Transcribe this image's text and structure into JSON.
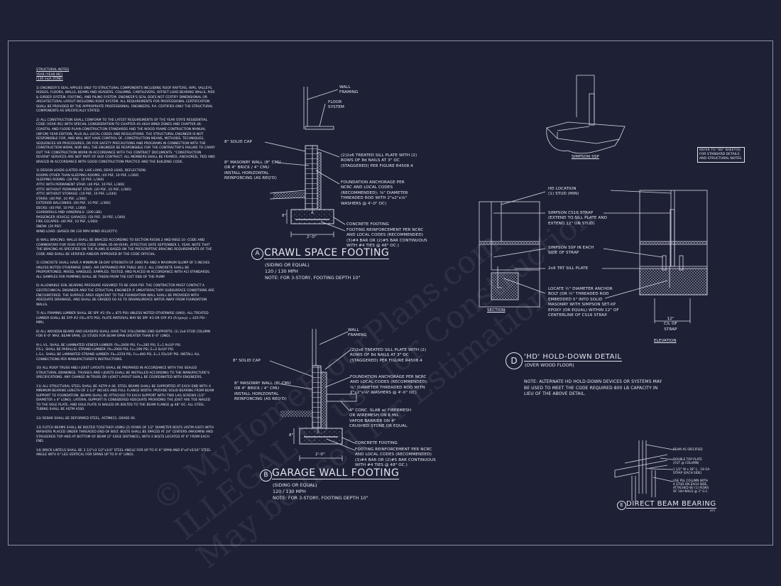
{
  "colors": {
    "background": "#1e2135",
    "linework": "#d8dae6"
  },
  "watermark": {
    "line1": "© MyHomeFloorPlans.com",
    "line2": "ILLEGAL to use for Construction",
    "line3": "May be used for Estimation"
  },
  "notes": {
    "heading": [
      "STRUCTURAL NOTES",
      "YEAR (YEAR IRC)",
      "(130 mph ZONE)"
    ],
    "items": [
      "1) ENGINEER'S SEAL APPLIES ONLY TO STRUCTURAL COMPONENTS INCLUDING ROOF RAFTERS, HIPS, VALLEYS, RIDGES, FLOORS, WALLS, BEAMS AND HEADERS, COLUMNS, CANTILEVERS, OFFSET LOAD BEARING WALLS, PIER & GIRDER SYSTEM, FOOTING, AND PILING SYSTEM. ENGINEER'S SEAL DOES NOT CERTIFY DIMENSIONAL OR ARCHITECTURAL LAYOUT INCLUDING ROOF SYSTEM. ALL REQUIREMENTS FOR PROFESSIONAL CERTIFICATION SHALL BE PROVIDED BY THE APPROPRIATE PROFESSIONAL. ENGINEERS, P.A. CERTIFIES ONLY THE STRUCTURAL COMPONENTS AS SPECIFICALLY STATED.",
      "2) ALL CONSTRUCTION SHALL CONFORM TO THE LATEST REQUIREMENTS OF THE YEAR STATE RESIDENTIAL CODE (YEAR IRC) WITH SPECIAL CONSIDERATION TO CHAPTER 45-HIGH WIND ZONES AND CHAPTER 46-COASTAL AND FLOOD PLAIN CONSTRUCTION STANDARDS AND THE WOOD FRAME CONTRUCTION MANUAL (WFCM) YEAR EDITION, PLUS ALL LOCAL CODES AND REGULATIONS. THE STRUCTURAL ENGINEER IS NOT RESPONSIBLE FOR, AND WILL NOT HAVE CONTROL OF, CONSTRUCTION MEANS, METHODS, TECHNIQUES, SEQUENCES OR PROCEDURES, OR FOR SAFETY PRECAUTIONS AND PROGRAMS IN CONNECTION WITH THE CONSTRUCTION WORK, NOR WILL THE ENGINEER BE RESPONSIBLE FOR THE CONTRACTOR'S FAILURE TO CARRY OUT THE CONSTRUCTION WORK IN ACCORDANCE WITH THE CONTRACT DOCUMENTS. \"CONSTRUCTION REVIEW\" SERVICES ARE NOT PART OF OUR CONTRACT. ALL MEMBERS SHALL BE FRAMED, ANCHORED, TIED AND BRACED IN ACCORDANCE WITH GOOD CONSTRUCTION PRACTICE AND THE BUILDING CODE.",
      "3) DESIGN LOADS (LISTED AS: LIVE LOAD, DEAD LOAD, DEFLECTION)\nROOMS OTHER THAN SLEEPING ROOMS: (40 PSF, 10 PSF, L/360)\nSLEEPING ROOMS: (30 PSF, 10 PSF, L/360)\nATTIC WITH PERMANENT STAIR: (40 PSF, 10 PSF, L/360)\nATTIC WITHOUT PERMANENT STAIR: (20 PSF, 10 PSF, L/360)\nATTIC WITHOUT STORAGE: (10 PSF, 10 PSF, L/240)\nSTAIRS: (40 PSF, 10 PSF, L/360)\nEXTERIOR BALCONIES: (60 PSF, 10 PSF, L/360)\nDECKS: (40 PSF, 10 PSF, L/360)\nGUARDRAILS AND HANDRAILS: (200 LBS)\nPASSENGER VEHICLE GARAGES: (50 PSF, 10 PSF, L/360)\nFIRE ESCAPES: (40 PSF, 10 PSF, L/360)\nSNOW: (20 PSF)\nWIND LOAD: (BASED ON 130 MPH WIND VELOCITY)",
      "4) WALL BRACING: WALLS SHALL BE BRACED ACCORDING TO SECTION R4506.2 AND R602.10 -CODE AND COMMENTARY FOR YEAR STATE CODE (FINAL 05-06-YEAR), EFFECTIVE DATE SEPTEMBER 1, YEAR. NOTE THAT THE BRACING AS SPECIFIED ON THE PLANS IS BASED ON THE PRESCRIPTIVE BRACING REQUIREMENTS OF THE CODE AND SHALL BE VERIFIED AND/OR APPROVED BY THE CODE OFFICIAL.",
      "5) CONCRETE SHALL HAVE A MINIMUM 28-DAY STRENGTH OF 3000 PSI AND A MAXIMUM SLUMP OF 5 INCHES UNLESS NOTED OTHERWISE (UNO). AIR ENTRAINED PER TABLE 402.2. ALL CONCRETE SHALL BE PROPORTIONED, MIXED, HANDLED, SAMPLED, TESTED, AND PLACED IN ACCORDANCE WITH ACI STANDARDS. ALL SAMPLES FOR PUMPING SHALL BE TAKEN FROM THE EXIT END OF THE PUMP.",
      "6) ALLOWABLE SOIL BEARING PRESSURE ASSUMED TO BE 2000 PSF. THE CONTRACTOR MUST CONTACT A GEOTECHNICAL ENGINEER AND THE STRUCTUAL ENGINEER IF UNSATISFACTORY SUBSURFACE CONDITIONS ARE ENCOUNTERED. THE SURFACE AREA ADJACENT TO THE FOUNDATION WALL SHALL BE PROVIDED WITH ADEQUATE DRAINAGE, AND SHALL BE GRADED SO AS TO DRAINSURFACE WATER AWAY FROM FOUNDATION WALLS.",
      "7) ALL FRAMING LUMBER SHALL BE SPF #2 (Fb = 875 PSI) UNLESS NOTED OTHERWISE (UNO). ALL TREATED LUMBER SHALL BE SYP #2 (Fb=975 PSI). PLATE MATERIAL MAY BE SPF #3 OR SYP #3 (Fc(perp) = 425 PSI - MIN).",
      "8) ALL WOODEN BEAMS AND HEADERS SHALL HAVE THE FOLLOWING END SUPPORTS: (1) 2x4 STUD COLUMN FOR 6'-0\" MAX. BEAM SPAN, (2) STUDS FOR BEAM SPAN GREATER THAN 6'-0\" (UNO).",
      "9) L.V.L. SHALL BE LAMINATED VENEER LUMBER: Fb=2600 PSI, Fv=285 PSI, E=1.9x10⁶ PSI.\nP.S.L. SHALL BE PARALLEL STRAND LUMBER: Fb=2900 PSI, Fv=290 PSI, E=2.0x10⁶ PSI.\nL.S.L. SHALL BE LAMINATED STRAND LUMBER: Fb=2250 PSI, Fv=400 PSI, E=1.55x10⁶ PSI. INSTALL ALL CONNECTIONS PER MANUFACTURER'S INSTRUCTIONS.",
      "10) ALL ROOF TRUSS AND I-JOIST LAYOUTS SHALL BE PREPARED IN ACCORDANCE WITH THE SEALED STRUCTURAL DRAWINGS. TRUSSES AND I-JOISTS SHALL BE INSTALLED ACCORDING TO THE MANUFACTURE'S SPECIFICATIONS. ANY CHANGE IN TRUSS OR I-JOIST LAYOUT SHALL BE COORDINATED WITH ENGINEERS.",
      "11) ALL STRUCTURAL STEEL SHALL BE ASTM A-36. STEEL BEAMS SHALL BE SUPPORTED AT EACH END WITH A MINIMUM BEARING LENGTH OF 3 1/2\" INCHES AND FULL FLANGE WIDTH. PROVIDE SOLID BEARING FROM BEAM SUPPORT TO FOUNDATION. BEAMS SHALL BE ATTACHED TO EACH SUPPORT WITH TWO LAG SCREWS (1/2\" DIAMETER x 4\" LONG). LATERAL SUPPORT IS CONSIDERED ADEQUATE PROVIDING THE JOIST ARE TOE NAILED TO THE SOLE PLATE, AND SOLE PLATE IS NAILED OR BOLTED TO THE BEAM FLANGE @ 48\" OC. ALL STEEL TUBING SHALL BE ASTM A500.",
      "12) REBAR SHALL BE DEFORMED STEEL, ASTM615, GRADE 60.",
      "13) FLITCH BEAMS SHALL BE BOLTED TOGETHER USING (2) ROWS OF 1/2\" DIAMETER BOLTS (ASTM A307) WITH WASHERS PLACED UNDER THREADED END OF BOLT. BOLTS SHALL BE SPACED AT 24\" CENTERS (MAX/MIN) AND STAGGERED TOP AND AT BOTTOM OF BEAM (2\" EDGE DISTANCE), WITH 2 BOLTS LOCATED AT 6\" FROM EACH END.",
      "14) BRICK LINTELS SHALL BE 3 1/2\"x3 1/2\"x1/4\" STEEL ANGLE FOR UP TO 6'-0\" SPAN AND 6\"x4\"x5/16\" STEEL ANGLE WITH 6\" LEG VERTICAL FOR SPANS UP TO 9'-0\" (UNO)."
    ]
  },
  "crawl_space": {
    "tag": "A",
    "title": "CRAWL SPACE FOOTING",
    "subtitle": "(SIDING OR EQUAL)\n120 / 130 MPH\nNOTE: FOR 3-STORY, FOOTING DEPTH 10\"",
    "labels": {
      "wall_framing": "WALL\nFRAMING",
      "floor_system": "FLOOR\nSYSTEM",
      "solid_cap": "8\" SOLID CAP",
      "masonry_wall": "8\" MASONRY WALL (8\" CMU\nOR 4\" BRICK / 4\" CMU\nINSTALL HORIZONTAL\nREINFORCING (AS REQ'D)",
      "sill_plate": "(2)2x6 TREATED SILL PLATE WITH (2)\nROWS OF 8d NAILS AT 3\" OC\n(STAGGERED) PER FIGURE R4508.4",
      "anchorage": "FOUNDATION ANCHORAGE PER\nNCRC AND LOCAL CODES\n(RECOMMENDED): ⅝\" DIAMETER\nTHREADED ROD WITH 2\"x2\"x⅛\"\nWASHERS @ 4'-0\" OC)",
      "concrete_footing": "CONCRETE FOOTING",
      "reinforcement": "FOOTING REINFORCEMENT PER NCRC\nAND LOCAL CODES (RECOMMENDED)\n(3)#4 BAR OR (2)#5 BAR CONTINUOUS\nWITH #4 TIES @ 48\" OC.)",
      "depth_dim": "8\"",
      "width_dim": "2'-0\""
    }
  },
  "garage_wall": {
    "tag": "B",
    "title": "GARAGE WALL FOOTING",
    "subtitle": "(SIDING OR EQUAL)\n120 / 130 MPH\nNOTE: FOR 3-STORY, FOOTING DEPTH 10\"",
    "labels": {
      "wall_framing": "WALL\nFRAMING",
      "solid_cap": "8\" SOLID CAP",
      "masonry_wall": "8\" MASONRY WALL (8\" CMU\nOR 4\" BRICK / 4\" CMU\nINSTALL HORIZONTAL\nREINFORCING (AS REQ'D)",
      "sill_plate": "(2)2x6 TREATED SILL PLATE WITH (2)\nROWS OF 8d NAILS AT 3\" OC\n(STAGGERED) PER FIGURE R4508.4",
      "anchorage": "FOUNDATION ANCHORAGE PER NCRC\nAND LOCAL CODES (RECOMMENDED):\n⅝\" DIAMETER THREADED ROD WITH\n2\"x2\"x⅛\" WASHERS @ 4'-0\" OC)",
      "slab": "4\" CONC. SLAB w/ FIBERMESH\nOR WIREMESH ON 6 MIL\nVAPOR BARRIER ON 4\"\nCRUSHED STONE OR EQUAL.",
      "concrete_footing": "CONCRETE FOOTING",
      "reinforcement": "FOOTING REINFORCEMENT PER NCRC\nAND LOCAL CODES (RECOMMENDED)\n(3)#4 BAR OR (2)#5 BAR CONTINUOUS\nWITH #4 TIES @ 48\" OC.)",
      "depth_dim": "8\"",
      "width_dim": "2'-0\""
    }
  },
  "simpson_ssp": {
    "label": "SIMPSON SSP"
  },
  "refer_box": {
    "text": "REFER TO \"SD\" SHEET(S)\nFOR STANDARD DETAILS\nAND STRUCTURAL NOTES."
  },
  "hold_down": {
    "tag": "D",
    "title": "'HD' HOLD-DOWN DETAIL",
    "subtitle": "(OVER WOOD FLOOR)",
    "note": "NOTE: ALTERNATE HD HOLD-DOWN DEVICES OR SYSTEMS MAY\nBE USED TO MEET THE CODE REQUIRED 800 LB CAPACITY IN\nLIEU OF THE ABOVE DETAIL.",
    "labels": {
      "hd_location": "HD LOCATION\n(1) STUD (MIN)",
      "cs16": "SIMPSON CS16 STRAP\n(EXTEND TO SILL PLATE AND\nEXTEND 12\" ON STUD)",
      "ssp": "SIMPSON SSP IN EACH\nSIDE OF STRAP",
      "sill": "2x6 TRT SILL PLATE",
      "anchor": "LOCATE ½\" DIAMETER ANCHOR\nBOLT (OR ½\" THREADED ROD\nEMBEDDED 5\" INTO SOLID\nMASONRY WITH SIMPSON SET-XP\nEPOXY (OR EQUAL) WITHIN 12\" OF\nCENTERLINE OF CS16 STRAP.",
      "section": "SECTION",
      "elevation": "ELEVATION",
      "dim": "12\"\nC/L OF\nSTRAP"
    }
  },
  "direct_beam": {
    "tag": "E",
    "title": "DIRECT BEAM BEARING",
    "scale": "NTS",
    "labels": {
      "beam": "BEAM AS SPECIFIED",
      "top_plate": "DOUBLE TOP PLATE\n(CUT @ COLUMN)",
      "strap": "1 1/2\" W x 28\" L - 18 GA.\nSTRAP (EACH SIDE)",
      "column": "USE PSL COLUMN WITH\nA STUD ON EACH SIDE,\nATTACHED W/ (1) ROWS\nOF 16d NAILS @ 3\" O.C."
    }
  }
}
